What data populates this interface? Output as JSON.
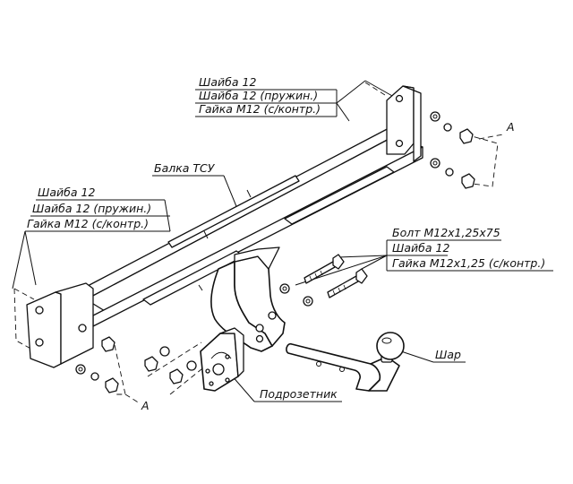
{
  "labels": {
    "top_right": [
      "Шайба 12",
      "Шайба 12 (пружин.)",
      "Гайка М12 (с/контр.)"
    ],
    "left": [
      "Шайба 12",
      "Шайба 12 (пружин.)",
      "Гайка М12 (с/контр.)"
    ],
    "bolt_group": [
      "Болт М12х1,25х75",
      "Шайба 12",
      "Гайка М12х1,25 (с/контр.)"
    ],
    "beam": "Балка ТСУ",
    "ball": "Шар",
    "socket_bracket": "Подрозетник",
    "ref_a_top": "А",
    "ref_a_bottom": "А"
  }
}
